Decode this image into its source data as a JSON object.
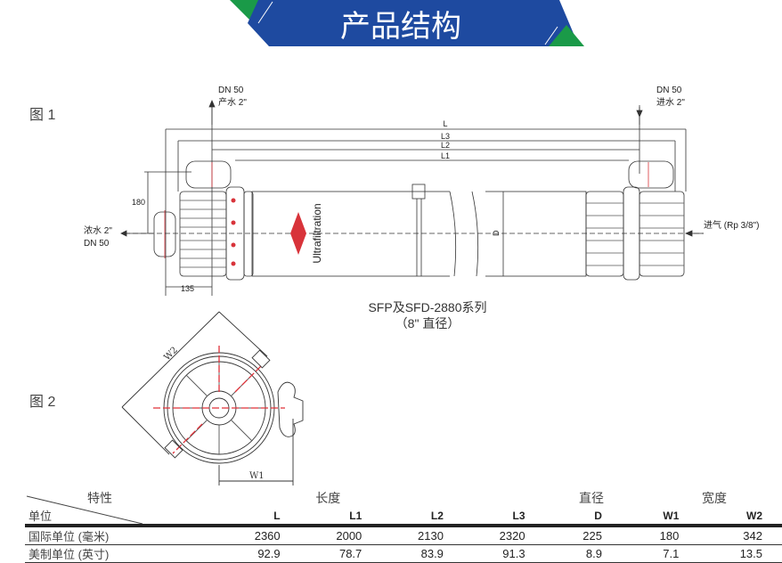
{
  "banner": {
    "title": "产品结构",
    "colors": {
      "blue": "#1e4aa0",
      "green": "#1a9a48"
    }
  },
  "figure1": {
    "label": "图 1",
    "top_left_outlet": {
      "line1": "DN 50",
      "line2": "产水 2\""
    },
    "top_right_inlet": {
      "line1": "DN 50",
      "line2": "进水 2\""
    },
    "left_outlet": {
      "line1": "浓水 2\"",
      "line2": "DN 50"
    },
    "right_inlet": "进气 (Rp 3/8\")",
    "dimensions": {
      "L": "L",
      "L3": "L3",
      "L2": "L2",
      "L1": "L1",
      "D": "D",
      "height": "180",
      "offset": "135"
    },
    "module_text": "Ultrafiltration",
    "caption_line1": "SFP及SFD-2880系列",
    "caption_line2": "（8\" 直径）"
  },
  "figure2": {
    "label": "图 2",
    "W1": "W1",
    "W2": "W2"
  },
  "table": {
    "corner_top": "特性",
    "corner_bottom": "单位",
    "groups": [
      "长度",
      "直径",
      "宽度"
    ],
    "columns": [
      "L",
      "L1",
      "L2",
      "L3",
      "D",
      "W1",
      "W2"
    ],
    "rows": [
      {
        "unit": "国际单位 (毫米)",
        "values": [
          "2360",
          "2000",
          "2130",
          "2320",
          "225",
          "180",
          "342"
        ]
      },
      {
        "unit": "美制单位 (英寸)",
        "values": [
          "92.9",
          "78.7",
          "83.9",
          "91.3",
          "8.9",
          "7.1",
          "13.5"
        ]
      }
    ]
  }
}
